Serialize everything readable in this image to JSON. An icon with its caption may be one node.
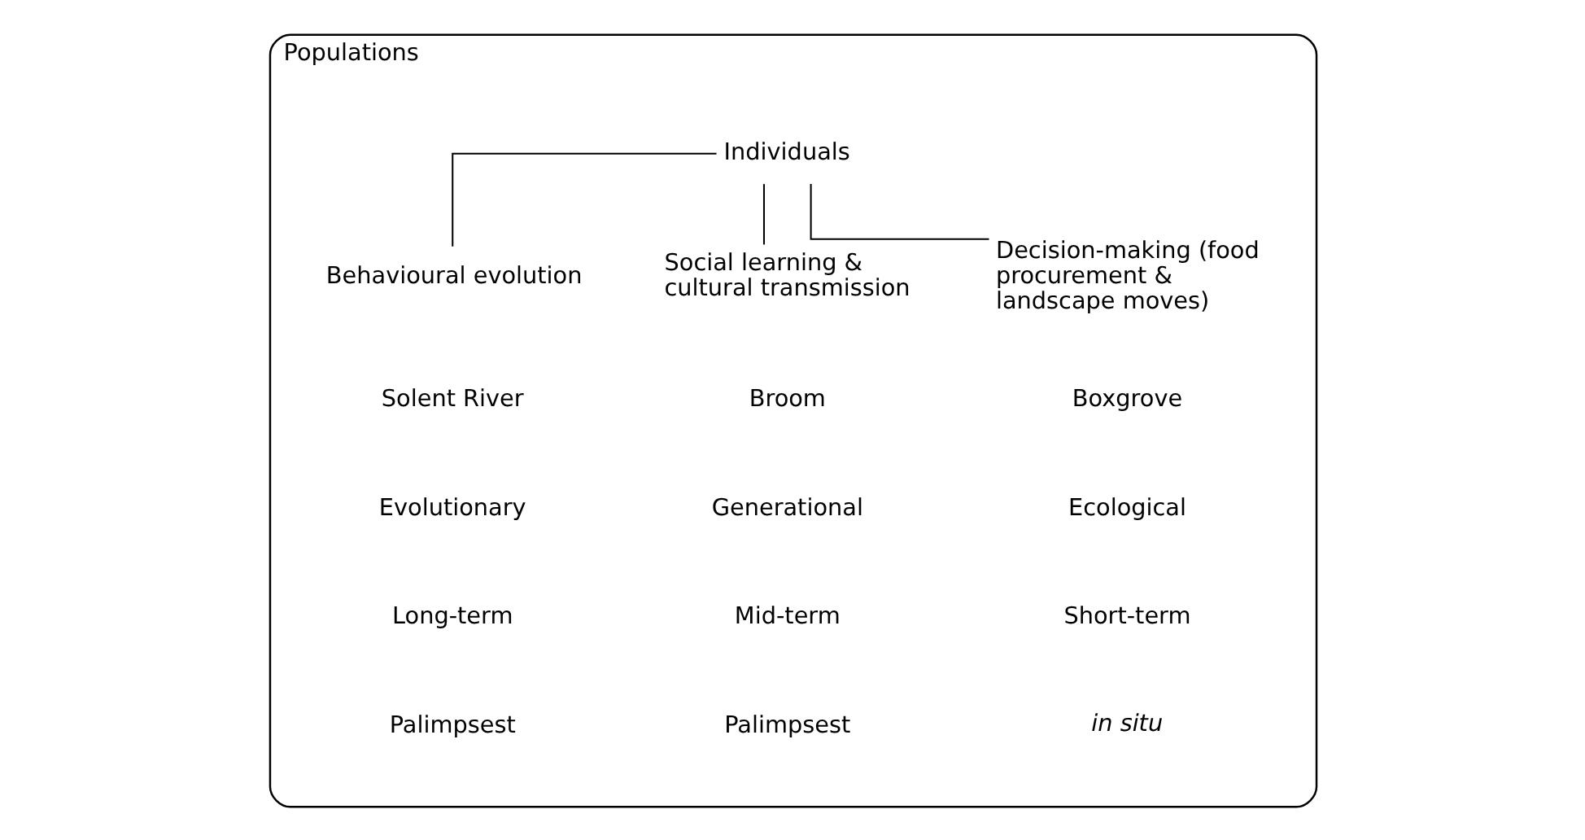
{
  "diagram": {
    "nodes": [
      {
        "text": [
          "Populations"
        ]
      },
      {
        "text": [
          "Individuals"
        ],
        "in": 0
      },
      {
        "text": [
          "Behavioural evolution"
        ],
        "in": 0
      },
      {
        "text": [
          "Social learning & cultural transmission"
        ],
        "in": 0
      },
      {
        "text": [
          "Decision-making (food procurement & landscape moves)"
        ],
        "in": 0
      }
    ],
    "edges": [
      {
        "from": 1,
        "to": 2,
        "arrow": "none"
      },
      {
        "from": 1,
        "to": 3,
        "arrow": "none"
      },
      {
        "from": 1,
        "to": 4,
        "arrow": "none"
      }
    ],
    "labels": [
      "Solent River",
      "Broom",
      "Boxgrove",
      "Evolutionary",
      "Generational",
      "Ecological",
      "Long-term",
      "Mid-term",
      "Short-term",
      "Palimpsest",
      "Palimpsest",
      "in situ"
    ]
  }
}
